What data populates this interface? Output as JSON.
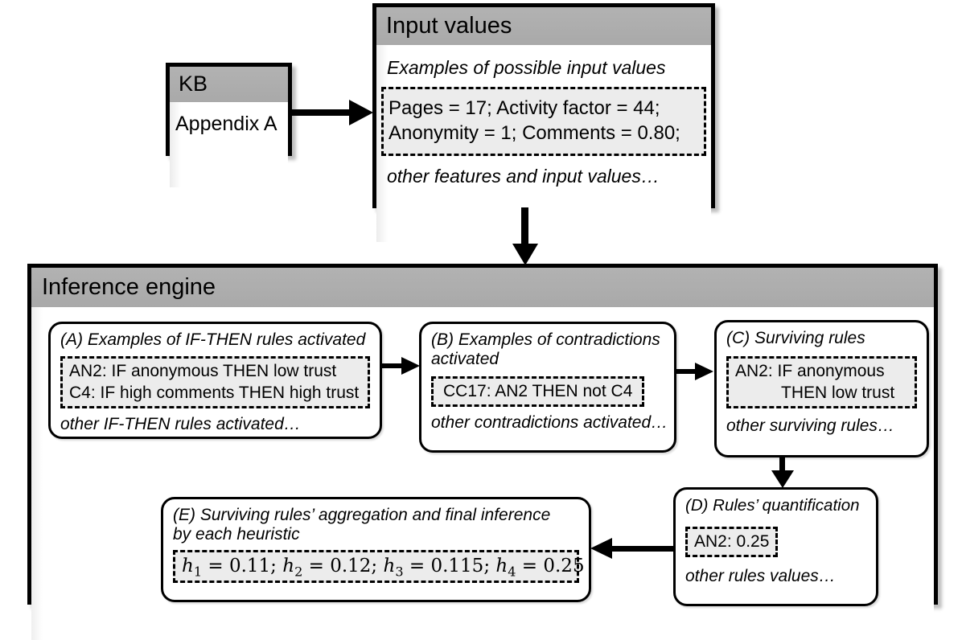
{
  "kb": {
    "title": "KB",
    "body": "Appendix A"
  },
  "input_values": {
    "title": "Input values",
    "caption": "Examples of possible input values",
    "lines": [
      "Pages = 17; Activity factor = 44;",
      "Anonymity = 1; Comments = 0.80;"
    ],
    "footer": "other features and input values…"
  },
  "inference_engine": {
    "title": "Inference engine",
    "steps": {
      "a": {
        "title": "(A) Examples of IF-THEN rules activated",
        "lines": [
          "AN2: IF anonymous THEN low trust",
          "C4: IF high comments THEN high trust"
        ],
        "footer": "other IF-THEN rules activated…"
      },
      "b": {
        "title": "(B) Examples of contradictions\nactivated",
        "lines": [
          "CC17: AN2 THEN not C4"
        ],
        "footer": "other contradictions activated…"
      },
      "c": {
        "title": "(C) Surviving rules",
        "lines": [
          "AN2: IF anonymous",
          "THEN low trust"
        ],
        "footer": "other surviving rules…"
      },
      "d": {
        "title": "(D) Rules’ quantification",
        "lines": [
          "AN2: 0.25"
        ],
        "footer": "other rules values…"
      },
      "e": {
        "title": "(E) Surviving rules’ aggregation and final inference\nby each heuristic",
        "heuristics": [
          {
            "symbol": "h",
            "sub": "1",
            "value": "0.11"
          },
          {
            "symbol": "h",
            "sub": "2",
            "value": "0.12"
          },
          {
            "symbol": "h",
            "sub": "3",
            "value": "0.115"
          },
          {
            "symbol": "h",
            "sub": "4",
            "value": "0.25"
          }
        ]
      }
    }
  },
  "colors": {
    "header_gray": "#a9a9a9",
    "dashed_fill": "#ececec",
    "line_black": "#000000"
  }
}
